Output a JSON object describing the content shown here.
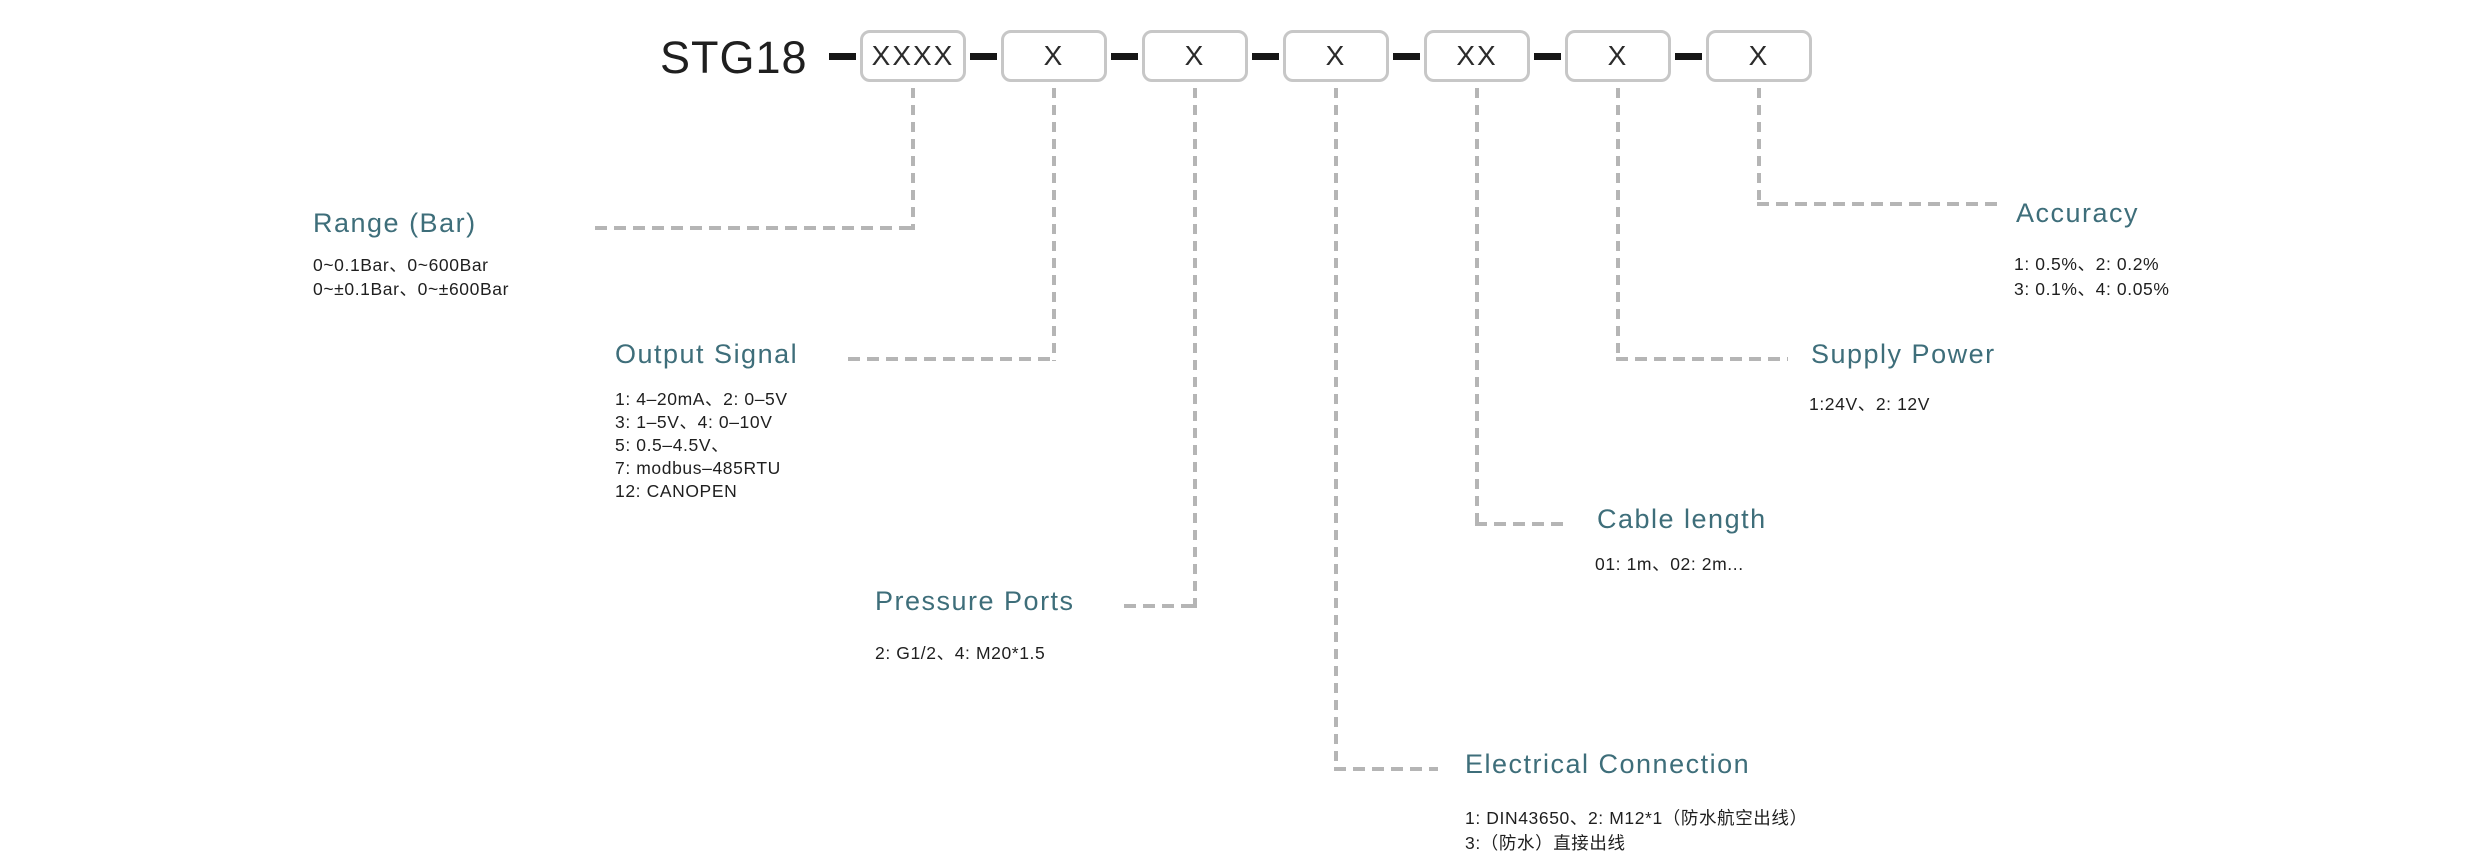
{
  "model": {
    "prefix": "STG18",
    "separator": "—"
  },
  "code_boxes": [
    "XXXX",
    "X",
    "X",
    "X",
    "XX",
    "X",
    "X"
  ],
  "fields": [
    {
      "id": "range",
      "label": "Range (Bar)",
      "options": [
        "0~0.1Bar、0~600Bar",
        "0~±0.1Bar、0~±600Bar"
      ]
    },
    {
      "id": "output-signal",
      "label": "Output Signal",
      "options": [
        "1: 4–20mA、2: 0–5V",
        "3: 1–5V、4: 0–10V",
        "5: 0.5–4.5V、",
        "7: modbus–485RTU",
        "12: CANOPEN"
      ]
    },
    {
      "id": "pressure-ports",
      "label": "Pressure Ports",
      "options": [
        "2: G1/2、4: M20*1.5"
      ]
    },
    {
      "id": "electrical-connection",
      "label": "Electrical Connection",
      "options": [
        "1: DIN43650、2: M12*1（防水航空出线）",
        "3:（防水）直接出线"
      ]
    },
    {
      "id": "cable-length",
      "label": "Cable length",
      "options": [
        "01: 1m、02: 2m..."
      ]
    },
    {
      "id": "supply-power",
      "label": "Supply Power",
      "options": [
        "1:24V、2: 12V"
      ]
    },
    {
      "id": "accuracy",
      "label": "Accuracy",
      "options": [
        "1: 0.5%、2: 0.2%",
        "3: 0.1%、4: 0.05%"
      ]
    }
  ],
  "colors": {
    "accent": "#3e6e7a",
    "text": "#1f1f1f",
    "box_border": "#c7c7c7",
    "dash_line": "#b5b5b5",
    "connector": "#161616"
  }
}
